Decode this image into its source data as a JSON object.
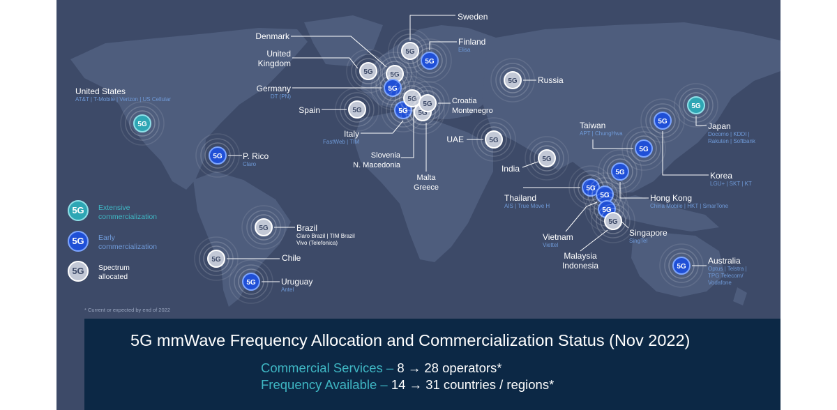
{
  "banner": {
    "title": "5G mmWave Frequency Allocation and Commercialization Status (Nov 2022)",
    "stats": [
      {
        "label": "Commercial Services –",
        "value": " 8 → 28 operators*"
      },
      {
        "label": "Frequency Available –",
        "value": " 14 → 31 countries / regions*"
      }
    ]
  },
  "footnote": "* Current or expected by end of 2022",
  "colors": {
    "background": "#3d4a68",
    "land": "#4e5d7d",
    "banner": "#0c2845",
    "extensive": "#2ea6b4",
    "early": "#1f4fd6",
    "spectrum": "#c2c8d6",
    "operator_text": "#6f9ad8",
    "accent_text": "#3fb7c4"
  },
  "legend": [
    {
      "status": "extensive",
      "badge": "5G",
      "label_lines": [
        "Extensive",
        "commercialization"
      ]
    },
    {
      "status": "early",
      "badge": "5G",
      "label_lines": [
        "Early",
        "commercialization"
      ]
    },
    {
      "status": "spectrum",
      "badge": "5G",
      "label_lines": [
        "Spectrum",
        "allocated"
      ]
    }
  ],
  "regions": [
    {
      "id": "united-states",
      "name": "United States",
      "status": "extensive",
      "operators": "AT&T | T-Mobile | Verizon | US Cellular"
    },
    {
      "id": "puerto-rico",
      "name": "P. Rico",
      "status": "early",
      "operators": "Claro"
    },
    {
      "id": "brazil",
      "name": "Brazil",
      "status": "spectrum",
      "operators": "Claro Brazil | TIM Brazil\nVivo (Telefonica)"
    },
    {
      "id": "chile",
      "name": "Chile",
      "status": "spectrum",
      "operators": ""
    },
    {
      "id": "uruguay",
      "name": "Uruguay",
      "status": "early",
      "operators": "Antel"
    },
    {
      "id": "denmark",
      "name": "Denmark",
      "status": "spectrum",
      "operators": ""
    },
    {
      "id": "united-kingdom",
      "name": "United\nKingdom",
      "status": "spectrum",
      "operators": ""
    },
    {
      "id": "germany",
      "name": "Germany",
      "status": "early",
      "operators": "DT (PN)"
    },
    {
      "id": "spain",
      "name": "Spain",
      "status": "spectrum",
      "operators": ""
    },
    {
      "id": "italy",
      "name": "Italy",
      "status": "early",
      "operators": "FastWeb | TIM"
    },
    {
      "id": "slovenia-n-macedonia",
      "name": "Slovenia\nN. Macedonia",
      "status": "spectrum",
      "operators": ""
    },
    {
      "id": "malta-greece",
      "name": "Malta\nGreece",
      "status": "spectrum",
      "operators": ""
    },
    {
      "id": "croatia-montenegro",
      "name": "Croatia\nMontenegro",
      "status": "spectrum",
      "operators": ""
    },
    {
      "id": "sweden",
      "name": "Sweden",
      "status": "spectrum",
      "operators": ""
    },
    {
      "id": "finland",
      "name": "Finland",
      "status": "early",
      "operators": "Elisa"
    },
    {
      "id": "russia",
      "name": "Russia",
      "status": "spectrum",
      "operators": ""
    },
    {
      "id": "uae",
      "name": "UAE",
      "status": "spectrum",
      "operators": ""
    },
    {
      "id": "india",
      "name": "India",
      "status": "spectrum",
      "operators": ""
    },
    {
      "id": "japan",
      "name": "Japan",
      "status": "extensive",
      "operators": "Docomo | KDDI |\nRakuten | Softbank"
    },
    {
      "id": "korea",
      "name": "Korea",
      "status": "early",
      "operators": "LGU+ | SKT | KT"
    },
    {
      "id": "taiwan",
      "name": "Taiwan",
      "status": "early",
      "operators": "APT | ChungHwa"
    },
    {
      "id": "hong-kong",
      "name": "Hong Kong",
      "status": "early",
      "operators": "China Mobile | HKT | SmarTone"
    },
    {
      "id": "thailand",
      "name": "Thailand",
      "status": "early",
      "operators": "AIS | True Move H"
    },
    {
      "id": "vietnam",
      "name": "Vietnam",
      "status": "early",
      "operators": "Viettel"
    },
    {
      "id": "singapore",
      "name": "Singapore",
      "status": "early",
      "operators": "SingTel"
    },
    {
      "id": "malaysia-indonesia",
      "name": "Malaysia\nIndonesia",
      "status": "spectrum",
      "operators": ""
    },
    {
      "id": "australia",
      "name": "Australia",
      "status": "early",
      "operators": "Optus | Telstra |\nTPG Telecom/\nVodafone"
    }
  ]
}
